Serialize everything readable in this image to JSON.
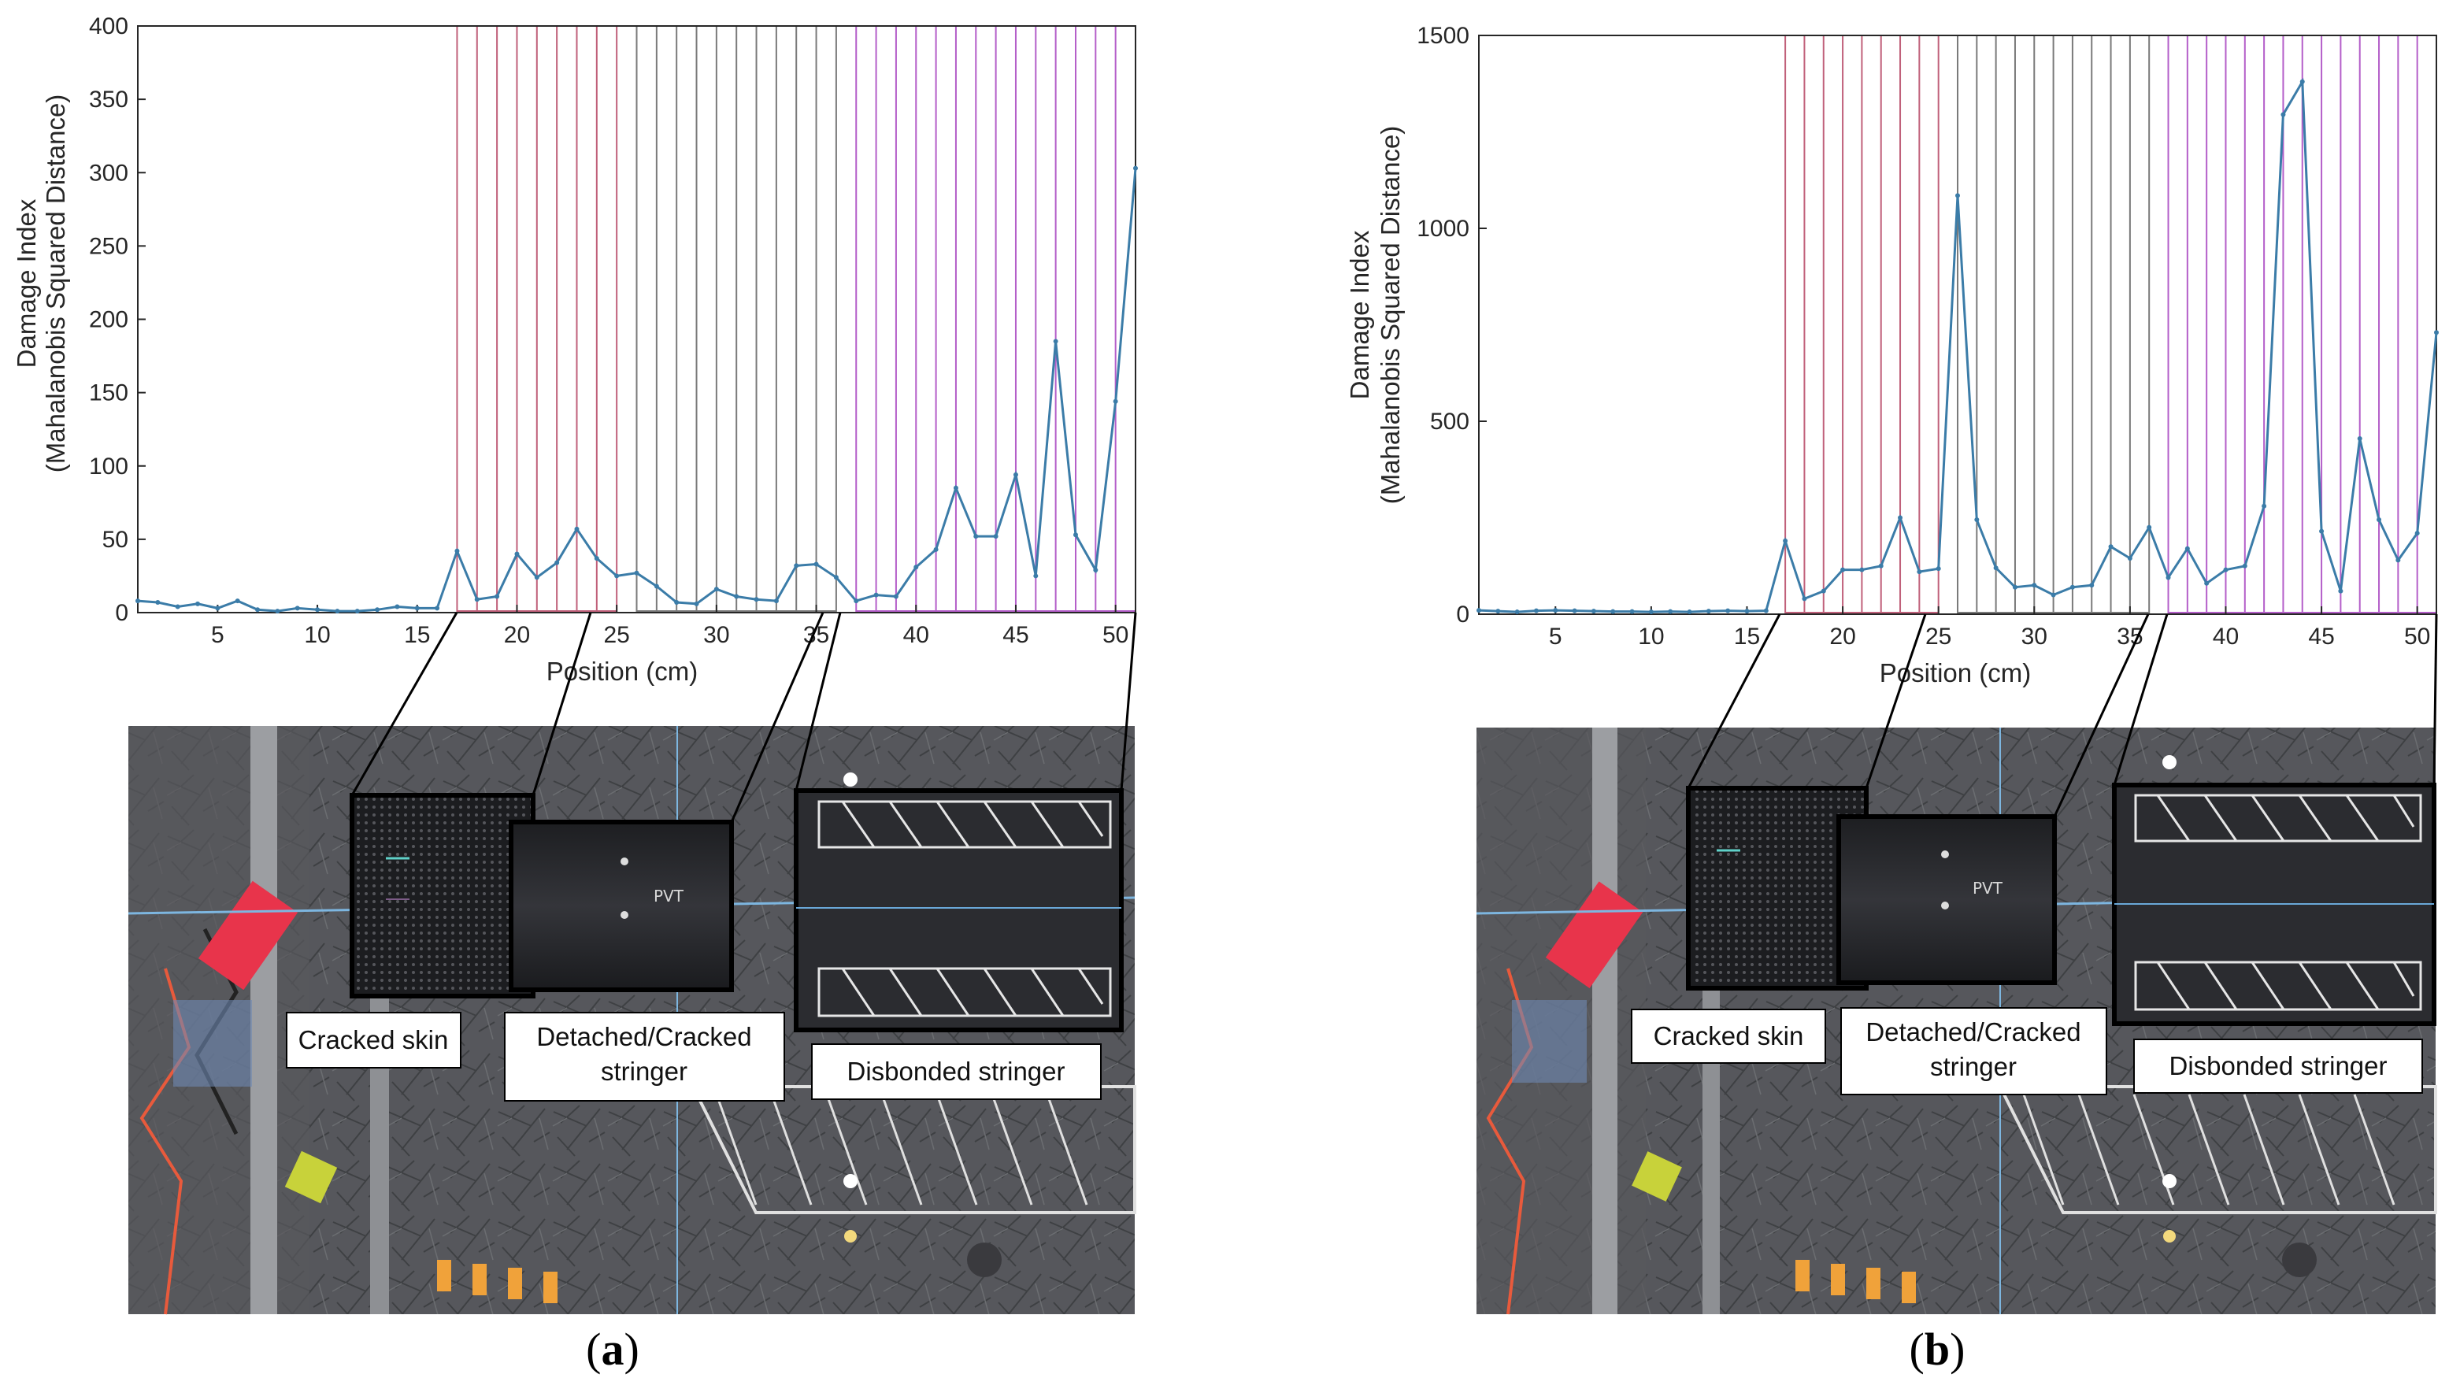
{
  "figure": {
    "panels": [
      {
        "label": "(a)",
        "label_parts": [
          "(",
          "a",
          ")"
        ],
        "callouts": [
          "Cracked skin",
          "Detached/Cracked",
          "stringer",
          "Disbonded stringer"
        ]
      },
      {
        "label": "(b)",
        "label_parts": [
          "(",
          "b",
          ")"
        ],
        "callouts": [
          "Cracked skin",
          "Detached/Cracked",
          "stringer",
          "Disbonded stringer"
        ]
      }
    ]
  },
  "chart_data": [
    {
      "type": "line",
      "xlabel": "Position (cm)",
      "ylabel": [
        "Damage Index",
        "(Mahalanobis Squared Distance)"
      ],
      "xlim": [
        1,
        51
      ],
      "ylim": [
        0,
        400
      ],
      "xticks": [
        5,
        10,
        15,
        20,
        25,
        30,
        35,
        40,
        45,
        50
      ],
      "yticks": [
        0,
        50,
        100,
        150,
        200,
        250,
        300,
        350,
        400
      ],
      "grid": false,
      "series_color": "#3b7ca8",
      "region_line_colors": {
        "red": "#c0607a",
        "gray": "#7a7a7a",
        "purple": "#b45ec9"
      },
      "region_lines": [
        {
          "from": 17,
          "to": 25,
          "color": "red"
        },
        {
          "from": 26,
          "to": 36,
          "color": "gray"
        },
        {
          "from": 37,
          "to": 51,
          "color": "purple"
        }
      ],
      "series": [
        {
          "x": [
            1,
            2,
            3,
            4,
            5,
            6,
            7,
            8,
            9,
            10,
            11,
            12,
            13,
            14,
            15,
            16,
            17,
            18,
            19,
            20,
            21,
            22,
            23,
            24,
            25,
            26,
            27,
            28,
            29,
            30,
            31,
            32,
            33,
            34,
            35,
            36,
            37,
            38,
            39,
            40,
            41,
            42,
            43,
            44,
            45,
            46,
            47,
            48,
            49,
            50,
            51
          ],
          "values": [
            8,
            7,
            4,
            6,
            3,
            8,
            2,
            1,
            3,
            2,
            1,
            1,
            2,
            4,
            3,
            3,
            42,
            9,
            11,
            40,
            24,
            34,
            57,
            37,
            25,
            27,
            18,
            7,
            6,
            16,
            11,
            9,
            8,
            32,
            33,
            24,
            8,
            12,
            11,
            31,
            43,
            85,
            52,
            52,
            94,
            25,
            185,
            53,
            29,
            144,
            303
          ]
        }
      ]
    },
    {
      "type": "line",
      "xlabel": "Position (cm)",
      "ylabel": [
        "Damage Index",
        "(Mahalanobis Squared Distance)"
      ],
      "xlim": [
        1,
        51
      ],
      "ylim": [
        0,
        1500
      ],
      "xticks": [
        5,
        10,
        15,
        20,
        25,
        30,
        35,
        40,
        45,
        50
      ],
      "yticks": [
        0,
        500,
        1000,
        1500
      ],
      "grid": false,
      "series_color": "#3b7ca8",
      "region_line_colors": {
        "red": "#c0607a",
        "gray": "#7a7a7a",
        "purple": "#b45ec9"
      },
      "region_lines": [
        {
          "from": 17,
          "to": 25,
          "color": "red"
        },
        {
          "from": 26,
          "to": 36,
          "color": "gray"
        },
        {
          "from": 37,
          "to": 51,
          "color": "purple"
        }
      ],
      "series": [
        {
          "x": [
            1,
            2,
            3,
            4,
            5,
            6,
            7,
            8,
            9,
            10,
            11,
            12,
            13,
            14,
            15,
            16,
            17,
            18,
            19,
            20,
            21,
            22,
            23,
            24,
            25,
            26,
            27,
            28,
            29,
            30,
            31,
            32,
            33,
            34,
            35,
            36,
            37,
            38,
            39,
            40,
            41,
            42,
            43,
            44,
            45,
            46,
            47,
            48,
            49,
            50,
            51
          ],
          "values": [
            10,
            8,
            6,
            9,
            10,
            9,
            8,
            7,
            7,
            6,
            7,
            6,
            8,
            9,
            8,
            9,
            190,
            40,
            60,
            115,
            115,
            125,
            250,
            110,
            118,
            1085,
            245,
            120,
            70,
            75,
            50,
            70,
            75,
            175,
            145,
            225,
            95,
            170,
            80,
            115,
            125,
            280,
            1295,
            1380,
            215,
            60,
            455,
            245,
            140,
            210,
            730
          ]
        }
      ]
    }
  ]
}
